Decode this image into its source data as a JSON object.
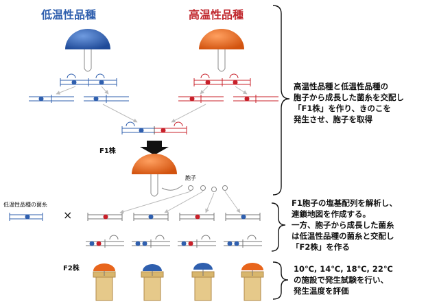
{
  "titles": {
    "low": "低温性品種",
    "high": "高温性品種"
  },
  "labels": {
    "f1": "F1株",
    "spore": "胞子",
    "low_hyphae": "低温性品種の菌糸",
    "cross": "×",
    "f2": "F2株"
  },
  "notes": {
    "step1": [
      "高温性品種と低温性品種の",
      "胞子から成長した菌糸を交配し",
      "「F1株」を作り、きのこを",
      "発生させ、胞子を取得"
    ],
    "step2": [
      "F1胞子の塩基配列を解析し、",
      "連鎖地図を作成する。",
      "一方、胞子から成長した菌糸",
      "は低温性品種の菌糸と交配し",
      "「F2株」を作る"
    ],
    "step3": [
      "10℃, 14℃, 18℃, 22℃",
      "の施設で発生試験を行い、",
      "発生温度を評価"
    ]
  },
  "colors": {
    "blue": "#2f5fae",
    "red": "#c8202a",
    "orange": "#e8651c",
    "title_blue": "#2f5fae",
    "title_red": "#c0272d",
    "bottle": "#e6c98a"
  },
  "icons": [
    "mushroom-icon",
    "hyphae-cell-icon",
    "down-arrow-icon",
    "spore-icon",
    "brace-icon",
    "culture-bottle-icon"
  ]
}
